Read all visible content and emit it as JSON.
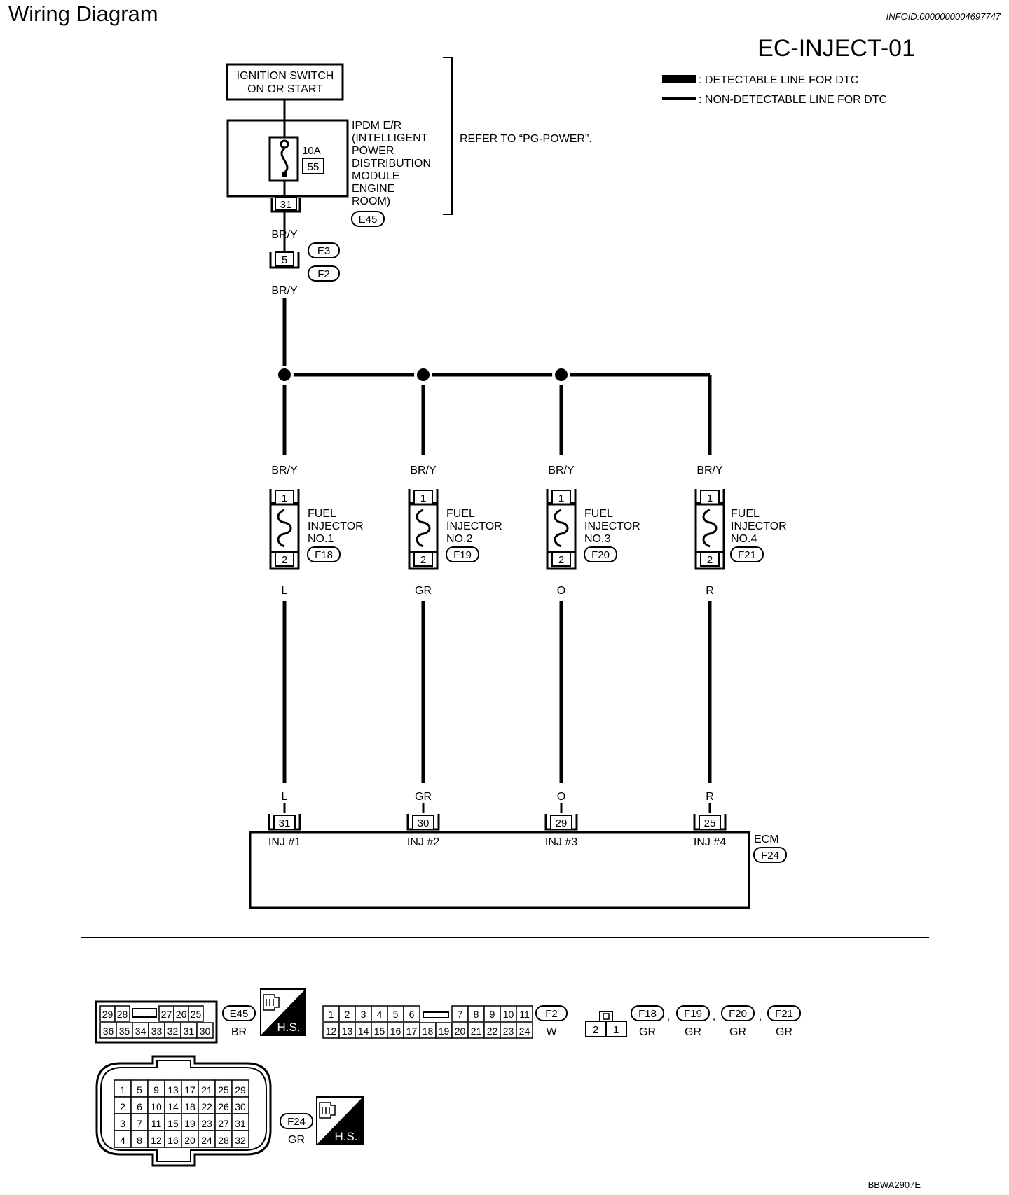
{
  "header": {
    "title": "Wiring Diagram",
    "info_id": "INFOID:0000000004697747",
    "diagram_id": "EC-INJECT-01"
  },
  "legend": {
    "detectable": ": DETECTABLE LINE FOR DTC",
    "non_detectable": ": NON-DETECTABLE LINE FOR DTC"
  },
  "ignition": {
    "line1": "IGNITION SWITCH",
    "line2": "ON OR START"
  },
  "ipdm": {
    "lines": [
      "IPDM E/R",
      "(INTELLIGENT",
      "POWER",
      "DISTRIBUTION",
      "MODULE",
      "ENGINE",
      "ROOM)"
    ],
    "fuse_rating": "10A",
    "fuse_number": "55",
    "terminal": "31",
    "connector": "E45",
    "refer": "REFER TO “PG-POWER”."
  },
  "joint": {
    "terminal": "5",
    "connector_top": "E3",
    "connector_bottom": "F2"
  },
  "wire_bry": "BR/Y",
  "injectors": [
    {
      "label1": "FUEL",
      "label2": "INJECTOR",
      "label3": "NO.1",
      "connector": "F18",
      "pin_top": "1",
      "pin_bottom": "2",
      "wire": "L",
      "ecm_terminal": "31",
      "ecm_label": "INJ #1"
    },
    {
      "label1": "FUEL",
      "label2": "INJECTOR",
      "label3": "NO.2",
      "connector": "F19",
      "pin_top": "1",
      "pin_bottom": "2",
      "wire": "GR",
      "ecm_terminal": "30",
      "ecm_label": "INJ #2"
    },
    {
      "label1": "FUEL",
      "label2": "INJECTOR",
      "label3": "NO.3",
      "connector": "F20",
      "pin_top": "1",
      "pin_bottom": "2",
      "wire": "O",
      "ecm_terminal": "29",
      "ecm_label": "INJ #3"
    },
    {
      "label1": "FUEL",
      "label2": "INJECTOR",
      "label3": "NO.4",
      "connector": "F21",
      "pin_top": "1",
      "pin_bottom": "2",
      "wire": "R",
      "ecm_terminal": "25",
      "ecm_label": "INJ #4"
    }
  ],
  "ecm": {
    "name": "ECM",
    "connector": "F24"
  },
  "connectors": {
    "e45": {
      "code": "E45",
      "color": "BR",
      "row1": [
        "29",
        "28",
        "",
        "27",
        "26",
        "25"
      ],
      "row2": [
        "36",
        "35",
        "34",
        "33",
        "32",
        "31",
        "30"
      ]
    },
    "hs_label": "H.S.",
    "f2": {
      "code": "F2",
      "color": "W",
      "row1": [
        "1",
        "2",
        "3",
        "4",
        "5",
        "6",
        "",
        "7",
        "8",
        "9",
        "10",
        "11"
      ],
      "row2": [
        "12",
        "13",
        "14",
        "15",
        "16",
        "17",
        "18",
        "19",
        "20",
        "21",
        "22",
        "23",
        "24"
      ]
    },
    "injector_conn": {
      "pins": [
        "2",
        "1"
      ],
      "codes": [
        "F18",
        "F19",
        "F20",
        "F21"
      ],
      "colors": [
        "GR",
        "GR",
        "GR",
        "GR"
      ],
      "separator": ","
    },
    "f24": {
      "code": "F24",
      "color": "GR",
      "rows": [
        [
          "1",
          "5",
          "9",
          "13",
          "17",
          "21",
          "25",
          "29"
        ],
        [
          "2",
          "6",
          "10",
          "14",
          "18",
          "22",
          "26",
          "30"
        ],
        [
          "3",
          "7",
          "11",
          "15",
          "19",
          "23",
          "27",
          "31"
        ],
        [
          "4",
          "8",
          "12",
          "16",
          "20",
          "24",
          "28",
          "32"
        ]
      ]
    }
  },
  "footer": {
    "code": "BBWA2907E"
  }
}
